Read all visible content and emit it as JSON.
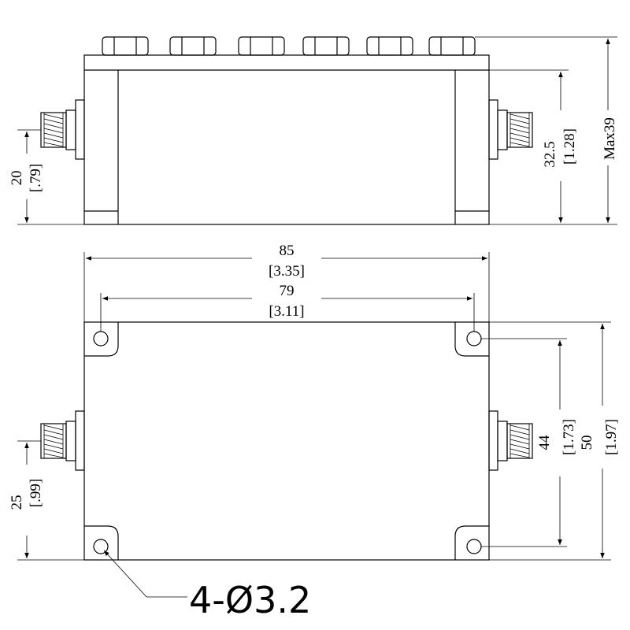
{
  "side_view": {
    "height_left": "20",
    "height_left_in": "[.79]",
    "height_right": "32.5",
    "height_right_in": "[1.28]",
    "max_height": "Max39"
  },
  "top_view": {
    "width_outer": "85",
    "width_outer_in": "[3.35]",
    "hole_pitch_x": "79",
    "hole_pitch_x_in": "[3.11]",
    "port_offset_left": "25",
    "port_offset_left_in": "[.99]",
    "hole_pitch_y": "44",
    "hole_pitch_y_in": "[1.73]",
    "height_outer": "50",
    "height_outer_in": "[1.97]"
  },
  "mounting_holes": {
    "callout": "4-Ø3.2"
  },
  "colors": {
    "line": "#000000",
    "background": "#ffffff"
  }
}
